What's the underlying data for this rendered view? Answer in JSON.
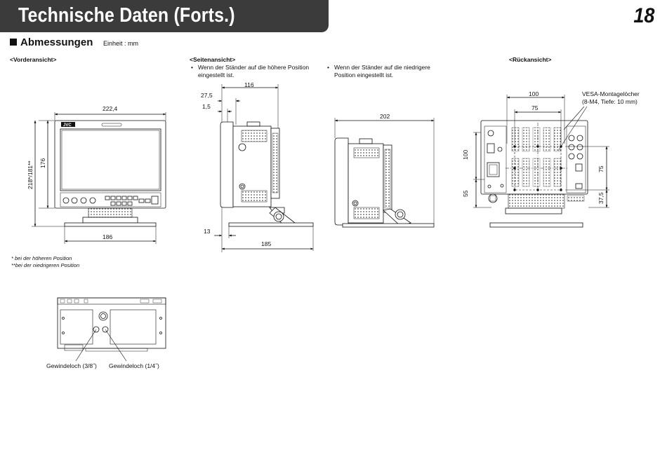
{
  "header": {
    "title": "Technische Daten (Forts.)",
    "page_number": "18"
  },
  "section": {
    "title": "Abmessungen",
    "unit": "Einheit : mm"
  },
  "views": {
    "front": "<Vorderansicht>",
    "side": "<Seitenansicht>",
    "rear": "<Rückansicht>"
  },
  "notes": {
    "higher": "Wenn der Ständer auf die höhere Position eingestellt ist.",
    "lower": "Wenn der Ständer auf die niedrigere Position eingestellt ist.",
    "bullet": "•"
  },
  "front_dims": {
    "width": "222,4",
    "height": "176",
    "total_height": "218*/181**",
    "stand_width": "186"
  },
  "side_dims": {
    "d116": "116",
    "d27_5": "27,5",
    "d1_5": "1,5",
    "d13": "13",
    "d185": "185",
    "d202": "202"
  },
  "rear_dims": {
    "d100": "100",
    "d75": "75",
    "v100": "100",
    "v55": "55",
    "v75": "75",
    "v37_5": "37,5"
  },
  "vesa": {
    "line1": "VESA-Montagelöcher",
    "line2": "(8-M4, Tiefe: 10 mm)"
  },
  "footnotes": {
    "higher": "*  bei der höheren Position",
    "lower": "**bei der niedrigeren Position"
  },
  "bottom_callouts": {
    "hole_3_8": "Gewindeloch (3/8˝)",
    "hole_1_4": "Gewindeloch (1/4˝)"
  },
  "brand_logo": "JVC"
}
